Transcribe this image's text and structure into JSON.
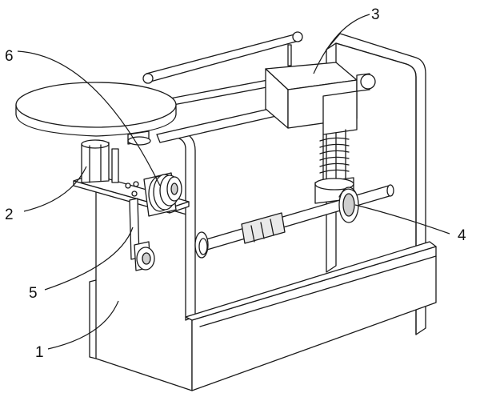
{
  "callouts": [
    {
      "id": "part-1",
      "label": "1"
    },
    {
      "id": "part-2",
      "label": "2"
    },
    {
      "id": "part-3",
      "label": "3"
    },
    {
      "id": "part-4",
      "label": "4"
    },
    {
      "id": "part-5",
      "label": "5"
    },
    {
      "id": "part-6",
      "label": "6"
    }
  ]
}
